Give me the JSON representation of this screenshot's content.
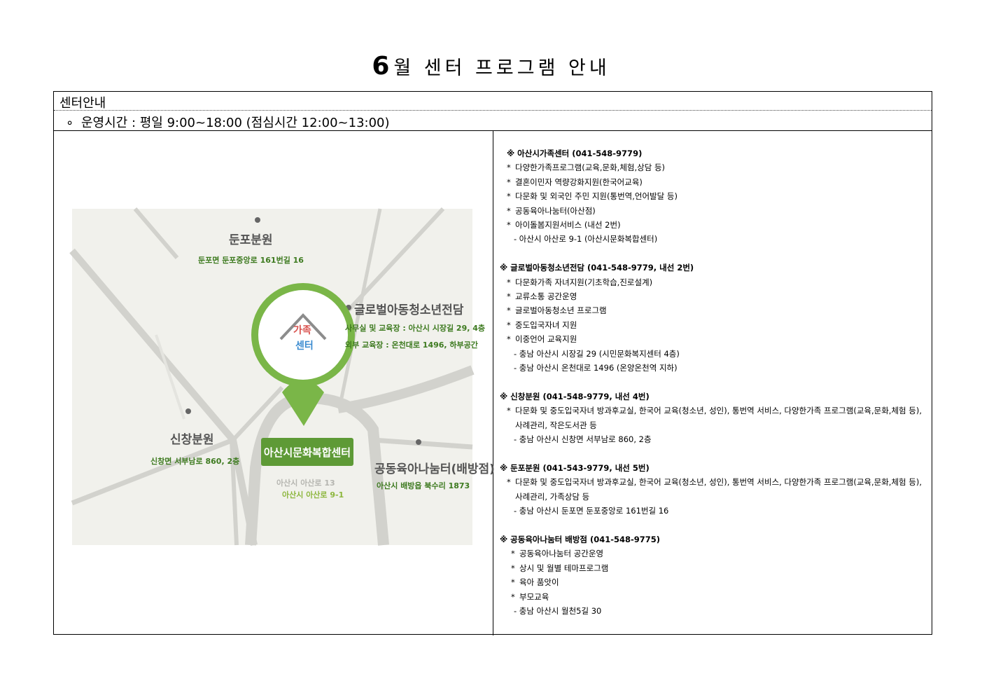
{
  "page": {
    "title_num": "6",
    "title_rest": "월 센터 프로그램 안내"
  },
  "header": {
    "section_label": "센터안내",
    "hours_bullet": "∘",
    "hours": "운영시간 : 평일 9:00~18:00 (점심시간 12:00~13:00)"
  },
  "map": {
    "center_logo_top": "가족",
    "center_logo_bottom": "센터",
    "center_name": "아산시문화복합센터",
    "center_addr_faded": "아산시 아산로 13",
    "center_addr": "아산시 아산로 9-1",
    "places": [
      {
        "name": "둔포분원",
        "addr": "둔포면 둔포중앙로 161번길 16"
      },
      {
        "name": "글로벌아동청소년전담",
        "addr": "사무실 및 교육장 : 아산시 시장길 29, 4층",
        "addr2": "외부 교육장 : 온천대로 1496, 하부공간"
      },
      {
        "name": "신창분원",
        "addr": "신창면 서부남로 860, 2층"
      },
      {
        "name": "공동육아나눔터(배방점)",
        "addr": "아산시 배방읍 북수리 1873"
      }
    ],
    "colors": {
      "accent_green": "#7ab648",
      "dark_green": "#4f8a2c",
      "road": "#d2d2cd"
    }
  },
  "sections": [
    {
      "header": "※ 아산시가족센터 (041-548-9779)",
      "items": [
        {
          "mark": "*",
          "text": "다양한가족프로그램(교육,문화,체험,상담 등)"
        },
        {
          "mark": "*",
          "text": "결혼이민자 역량강화지원(한국어교육)"
        },
        {
          "mark": "*",
          "text": "다문화 및 외국인 주민 지원(통번역,언어발달 등)"
        },
        {
          "mark": "*",
          "text": "공동육아나눔터(아산점)"
        },
        {
          "mark": "*",
          "text": "아이돌봄지원서비스 (내선 2번)"
        }
      ],
      "subs": [
        "- 아산시 아산로 9-1 (아산시문화복합센터)"
      ]
    },
    {
      "header": "※ 글로벌아동청소년전담 (041-548-9779, 내선 2번)",
      "items": [
        {
          "mark": "*",
          "text": "다문화가족 자녀지원(기초학습,진로설계)"
        },
        {
          "mark": "*",
          "text": "교류소통 공간운영"
        },
        {
          "mark": "*",
          "text": "글로벌아동청소년 프로그램"
        },
        {
          "mark": "*",
          "text": "중도입국자녀 지원"
        },
        {
          "mark": "*",
          "text": "이중언어 교육지원"
        }
      ],
      "subs": [
        "- 충남 아산시 시장길 29 (시민문화복지센터 4층)",
        "- 충남 아산시 온천대로 1496 (온양온천역 지하)"
      ]
    },
    {
      "header": "※ 신창분원 (041-548-9779, 내선 4번)",
      "items": [
        {
          "mark": "*",
          "text": "다문화 및 중도입국자녀 방과후교실, 한국어 교육(청소년, 성인), 통번역 서비스, 다양한가족 프로그램(교육,문화,체험 등), 사례관리, 작은도서관 등"
        }
      ],
      "subs": [
        "- 충남 아산시 신창면 서부남로 860, 2층"
      ]
    },
    {
      "header": "※ 둔포분원 (041-543-9779, 내선 5번)",
      "items": [
        {
          "mark": "*",
          "text": "다문화 및 중도입국자녀 방과후교실, 한국어 교육(청소년, 성인), 통번역 서비스, 다양한가족 프로그램(교육,문화,체험 등), 사례관리, 가족상담 등"
        }
      ],
      "subs": [
        "- 충남 아산시 둔포면 둔포중앙로 161번길 16"
      ]
    },
    {
      "header": "※ 공동육아나눔터 배방점 (041-548-9775)",
      "items": [
        {
          "mark": "*",
          "text": "공동육아나눔터 공간운영"
        },
        {
          "mark": "*",
          "text": "상시 및 월별 테마프로그램"
        },
        {
          "mark": "*",
          "text": "육아 품앗이"
        },
        {
          "mark": "*",
          "text": "부모교육"
        }
      ],
      "subs": [
        "- 충남 아산시 월천5길 30"
      ]
    }
  ]
}
